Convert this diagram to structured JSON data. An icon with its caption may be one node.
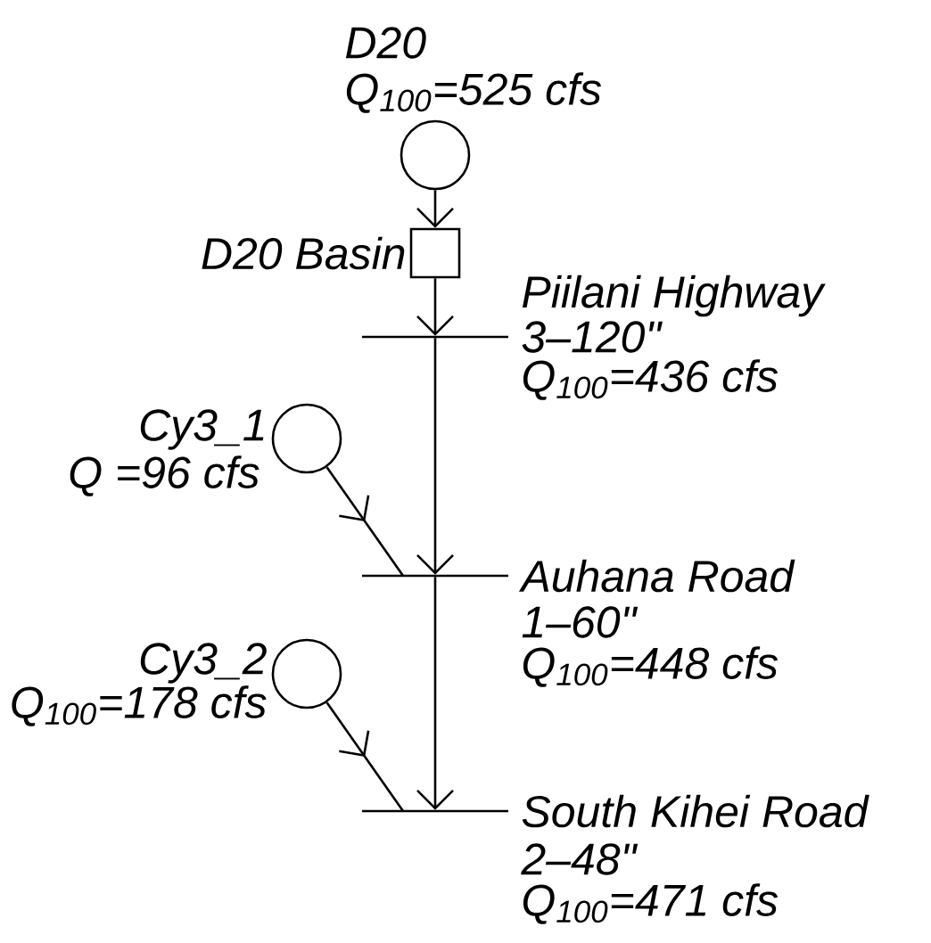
{
  "diagram": {
    "nodes": [
      {
        "text": [
          "D20",
          "Q$_{100}$=525 cfs"
        ]
      },
      {
        "text": [
          "D20 Basin"
        ]
      },
      {
        "text": [
          "Piilani Highway",
          "3–120\"",
          "Q$_{100}$=436 cfs"
        ]
      },
      {
        "text": [
          "Cy3_1",
          "Q =96 cfs"
        ]
      },
      {
        "text": [
          "Auhana Road",
          "1–60\"",
          "Q$_{100}$=448 cfs"
        ]
      },
      {
        "text": [
          "Cy3_2",
          "Q$_{100}$=178 cfs"
        ]
      },
      {
        "text": [
          "South Kihei Road",
          "2–48\"",
          "Q$_{100}$=471 cfs"
        ]
      }
    ],
    "edges": [
      {
        "from": 0,
        "to": 1,
        "arrow": "to"
      },
      {
        "from": 1,
        "to": 2,
        "arrow": "to"
      },
      {
        "from": 2,
        "to": 4,
        "arrow": "to"
      },
      {
        "from": 3,
        "to": 4,
        "arrow": "to"
      },
      {
        "from": 4,
        "to": 6,
        "arrow": "to"
      },
      {
        "from": 5,
        "to": 6,
        "arrow": "to"
      }
    ]
  }
}
